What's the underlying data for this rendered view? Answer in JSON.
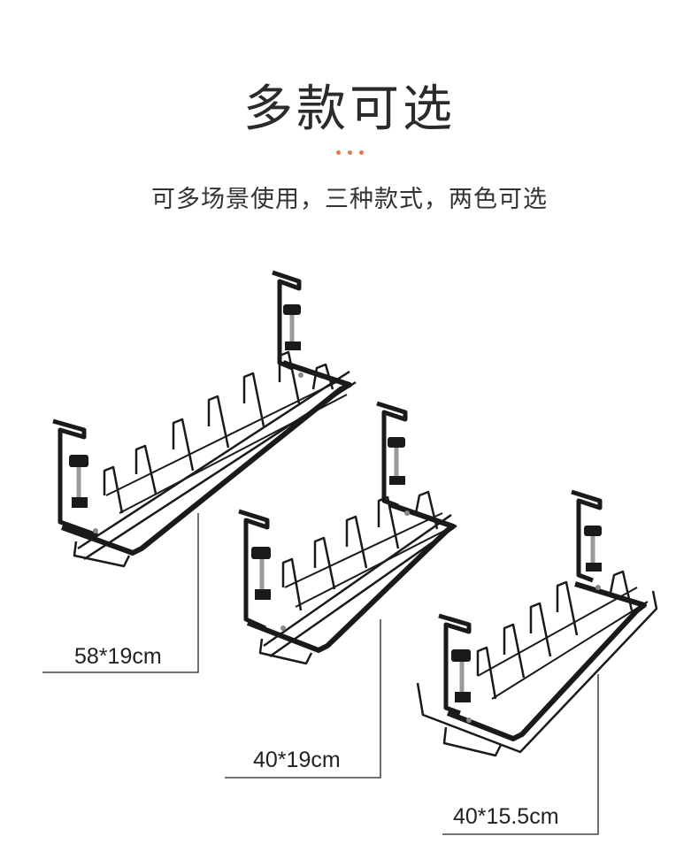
{
  "header": {
    "title": "多款可选",
    "subtitle": "可多场景使用，三种款式，两色可选"
  },
  "colors": {
    "title_text": "#2b2b2b",
    "accent_dots": "#e07a4f",
    "product_metal": "#1a1a1a",
    "line": "#222222"
  },
  "products": [
    {
      "size_label": "58*19cm"
    },
    {
      "size_label": "40*19cm"
    },
    {
      "size_label": "40*15.5cm"
    }
  ]
}
